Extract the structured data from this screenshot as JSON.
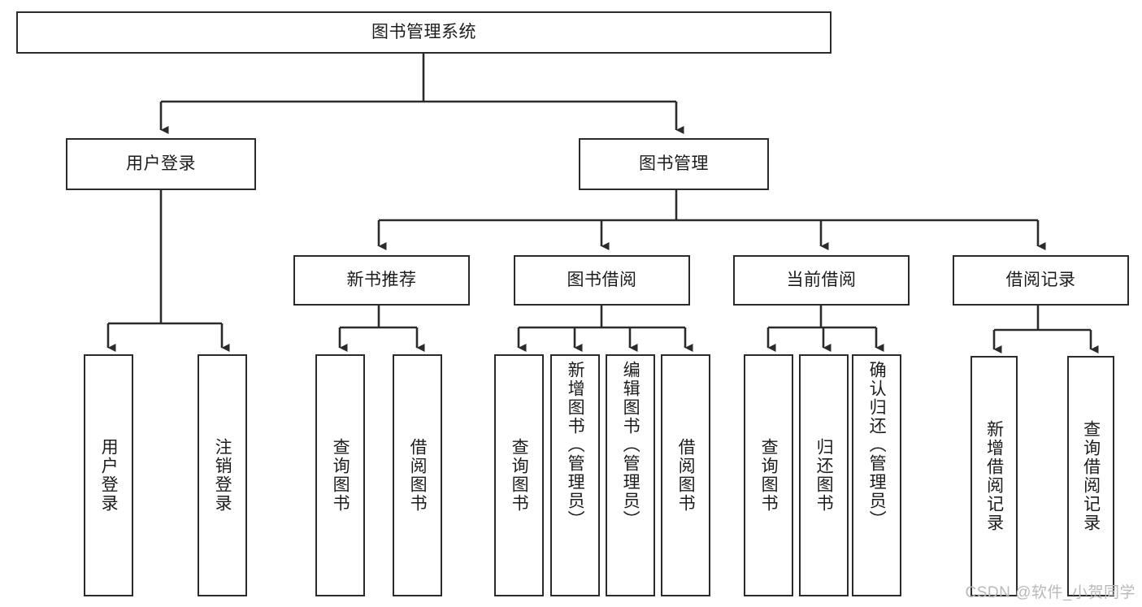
{
  "diagram": {
    "type": "tree-hierarchy",
    "title": "图书管理系统",
    "orientation": "top-down",
    "colors": {
      "box_border": "#2b2b2b",
      "box_fill": "#ffffff",
      "connector": "#2b2b2b",
      "text": "#1c1c1c",
      "watermark": "#b9b9b9",
      "background": "#ffffff"
    },
    "root": {
      "id": "root",
      "label": "图书管理系统",
      "orientation": "horizontal"
    },
    "level2": [
      {
        "id": "user-login",
        "label": "用户登录",
        "orientation": "horizontal"
      },
      {
        "id": "book-management",
        "label": "图书管理",
        "orientation": "horizontal"
      }
    ],
    "level3": [
      {
        "id": "new-book-recommend",
        "label": "新书推荐",
        "orientation": "horizontal",
        "parent": "book-management"
      },
      {
        "id": "book-borrow",
        "label": "图书借阅",
        "orientation": "horizontal",
        "parent": "book-management"
      },
      {
        "id": "current-borrow",
        "label": "当前借阅",
        "orientation": "horizontal",
        "parent": "book-management"
      },
      {
        "id": "borrow-record",
        "label": "借阅记录",
        "orientation": "horizontal",
        "parent": "book-management"
      }
    ],
    "leaves": {
      "user_login": [
        {
          "id": "leaf-user-login",
          "label": "用户登录"
        },
        {
          "id": "leaf-logout-login",
          "label": "注销登录"
        }
      ],
      "new_book_recommend": [
        {
          "id": "leaf-query-book-1",
          "label": "查询图书"
        },
        {
          "id": "leaf-borrow-book-1",
          "label": "借阅图书"
        }
      ],
      "book_borrow": [
        {
          "id": "leaf-query-book-2",
          "label": "查询图书"
        },
        {
          "id": "leaf-add-book",
          "label": "新增图书（管理员）"
        },
        {
          "id": "leaf-edit-book",
          "label": "编辑图书（管理员）"
        },
        {
          "id": "leaf-borrow-book-2",
          "label": "借阅图书"
        }
      ],
      "current_borrow": [
        {
          "id": "leaf-query-book-3",
          "label": "查询图书"
        },
        {
          "id": "leaf-return-book",
          "label": "归还图书"
        },
        {
          "id": "leaf-confirm-return",
          "label": "确认归还（管理员）"
        }
      ],
      "borrow_record": [
        {
          "id": "leaf-add-record",
          "label": "新增借阅记录"
        },
        {
          "id": "leaf-query-record",
          "label": "查询借阅记录"
        }
      ]
    }
  },
  "watermark": {
    "text": "CSDN @软件_小贺同学"
  }
}
